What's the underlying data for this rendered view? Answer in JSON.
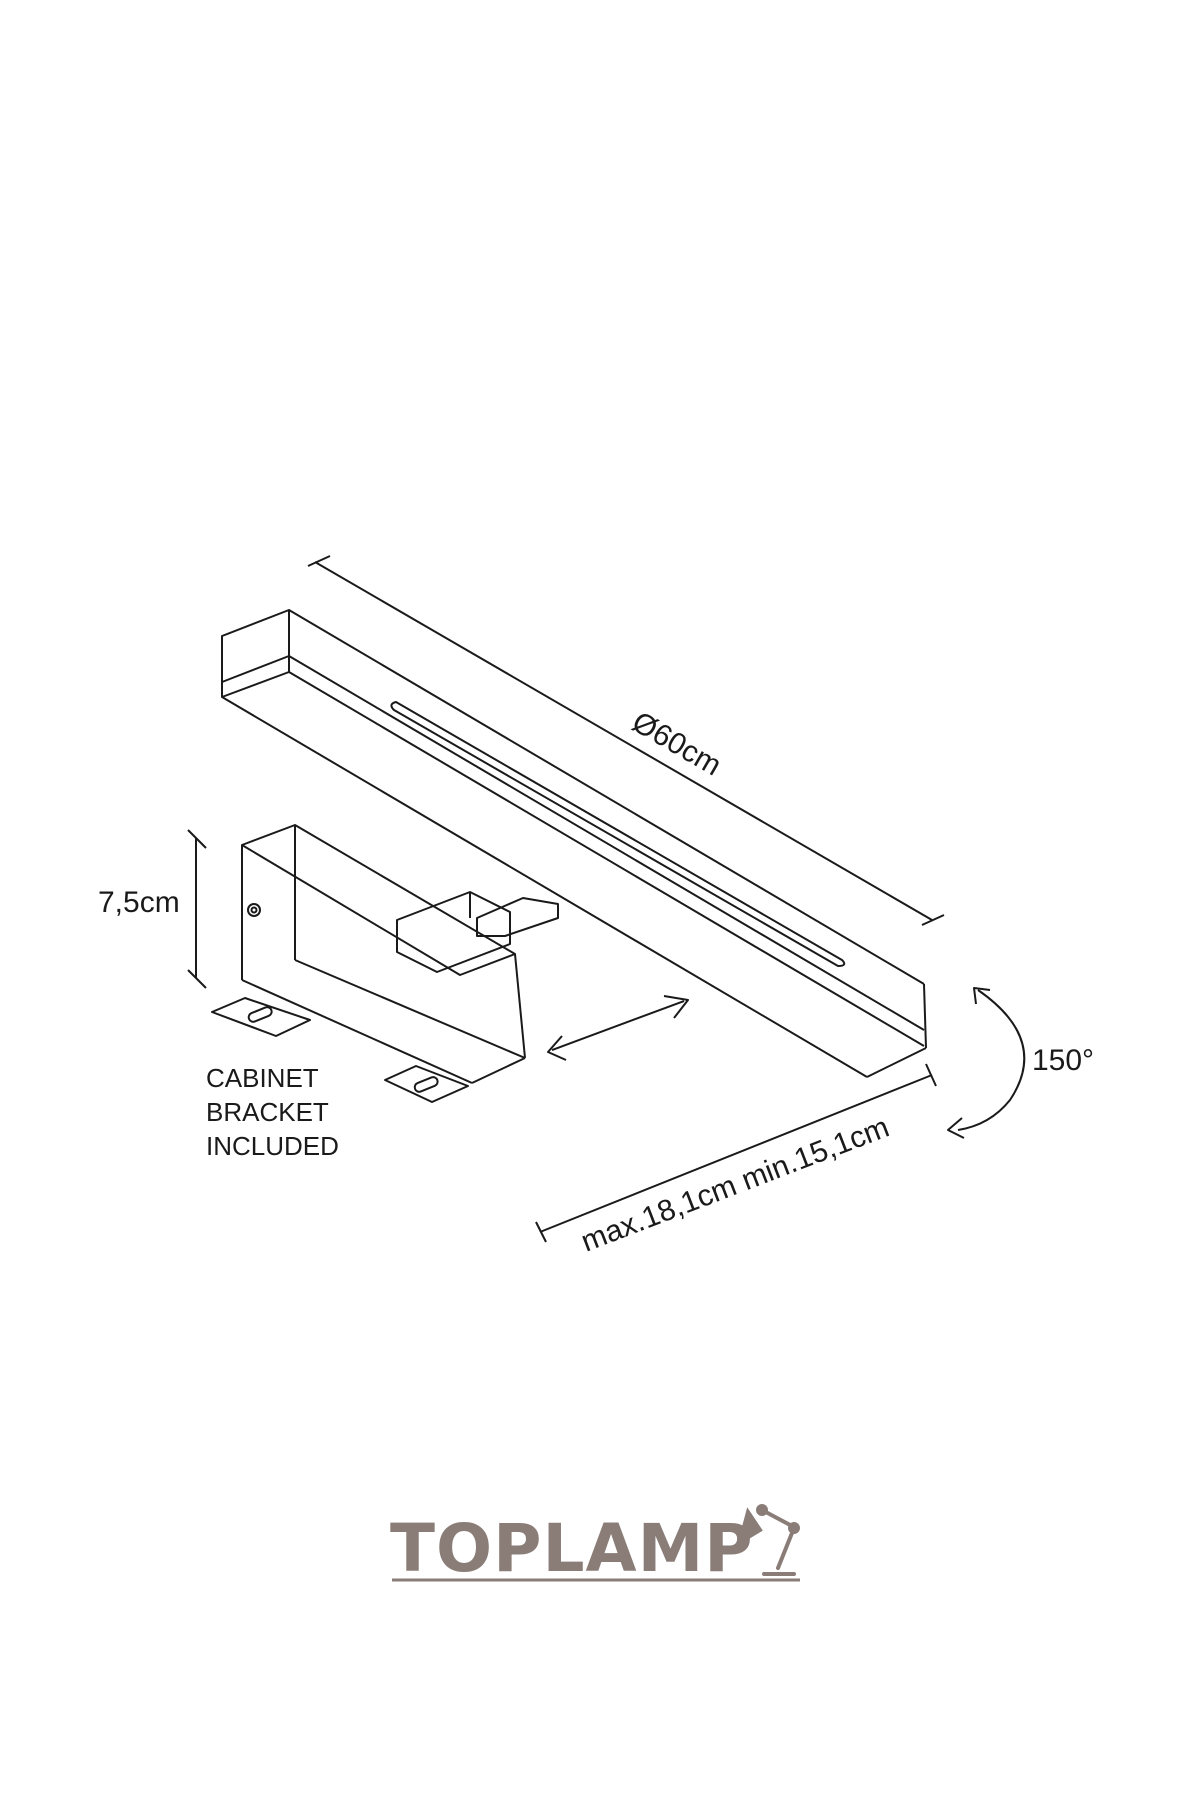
{
  "dimensions": {
    "length": "Ø60cm",
    "height": "7,5cm",
    "extension": "max.18,1cm  min.15,1cm",
    "rotation": "150°"
  },
  "note": {
    "line1": "CABINET",
    "line2": "BRACKET",
    "line3": "INCLUDED"
  },
  "logo": {
    "text": "TOPLAMP",
    "color": "#8a7d78"
  },
  "colors": {
    "line": "#1a1a1a",
    "background": "#ffffff"
  }
}
